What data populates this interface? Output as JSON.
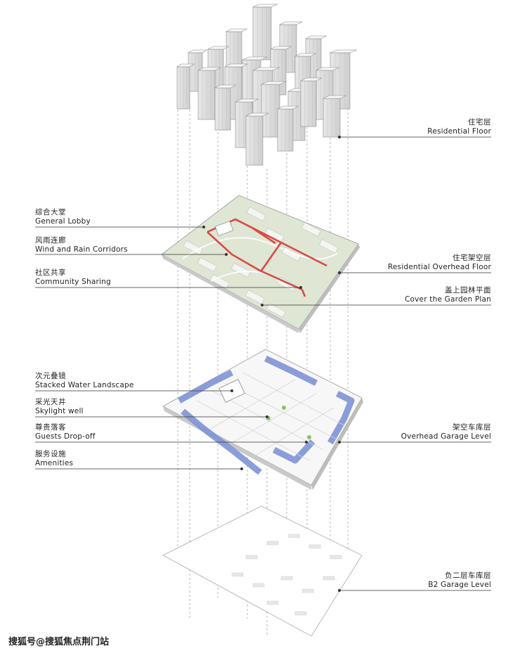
{
  "layers": {
    "residential": {
      "zh": "住宅层",
      "en": "Residential Floor"
    },
    "overhead": {
      "zh": "住宅架空层",
      "en": "Residential Overhead  Floor"
    },
    "garden": {
      "zh": "盖上园林平面",
      "en": "Cover the Garden Plan"
    },
    "garage": {
      "zh": "架空车库层",
      "en": "Overhead Garage Level"
    },
    "b2": {
      "zh": "负二层车库层",
      "en": "B2 Garage Level"
    }
  },
  "callouts": {
    "lobby": {
      "zh": "综合大堂",
      "en": "General Lobby"
    },
    "corridors": {
      "zh": "风雨连廊",
      "en": "Wind and Rain Corridors"
    },
    "community": {
      "zh": "社区共享",
      "en": "Community Sharing"
    },
    "water": {
      "zh": "次元叠镜",
      "en": "Stacked Water Landscape"
    },
    "skylight": {
      "zh": "采光天井",
      "en": "Skylight well"
    },
    "dropoff": {
      "zh": "尊贵落客",
      "en": "Guests Drop-off"
    },
    "amenities": {
      "zh": "服务设施",
      "en": "Amenities"
    }
  },
  "watermark": "搜狐号@搜狐焦点荆门站",
  "colors": {
    "garden": "#dfe6d4",
    "corridor": "#d94a45",
    "garage_blue": "#7f94d6",
    "line": "#333333"
  }
}
